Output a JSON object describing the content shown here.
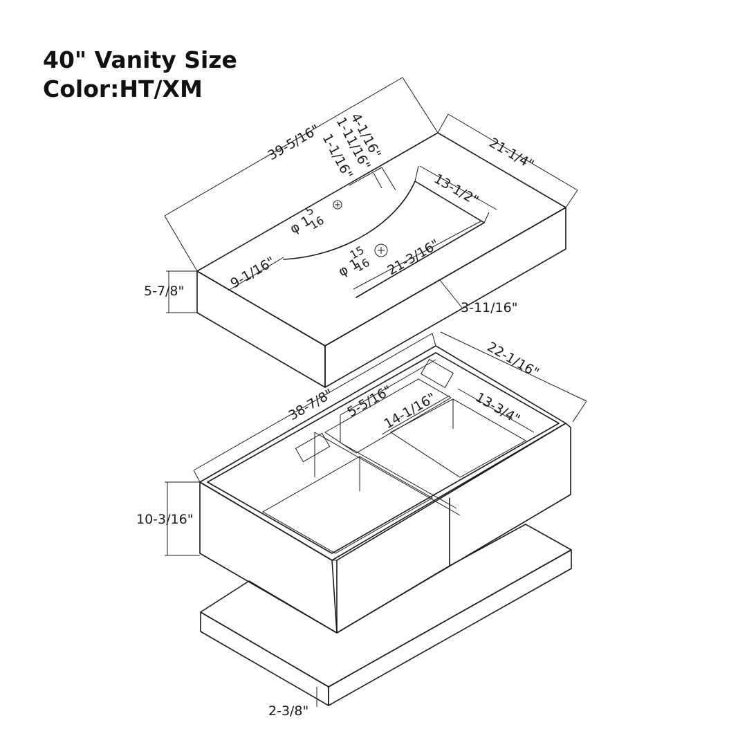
{
  "title": {
    "line1": "40\" Vanity Size",
    "line2": "Color:HT/XM"
  },
  "dimensions": {
    "top_width": "39-5/16\"",
    "top_depth": "21-1/4\"",
    "backsplash_1": "4-1/16\"",
    "backsplash_2": "1-11/16\"",
    "backsplash_3": "1-1/16\"",
    "basin_length": "13-1/2\"",
    "basin_width": "21-3/16\"",
    "basin_front": "9-1/16\"",
    "top_thickness": "5-7/8\"",
    "basin_offset": "3-11/16\"",
    "hole_1_prefix": "φ 1",
    "hole_1_num": "5",
    "hole_1_den": "16",
    "hole_2_prefix": "φ 1",
    "hole_2_num": "15",
    "hole_2_den": "16",
    "cabinet_width": "38-7/8\"",
    "cabinet_depth": "22-1/16\"",
    "drawer_gap": "5-5/16\"",
    "drawer_inner": "14-1/16\"",
    "drawer_depth": "13-3/4\"",
    "cabinet_height": "10-3/16\"",
    "base_thickness": "2-3/8\""
  },
  "colors": {
    "line": "#1a1a1a",
    "background": "#ffffff"
  }
}
